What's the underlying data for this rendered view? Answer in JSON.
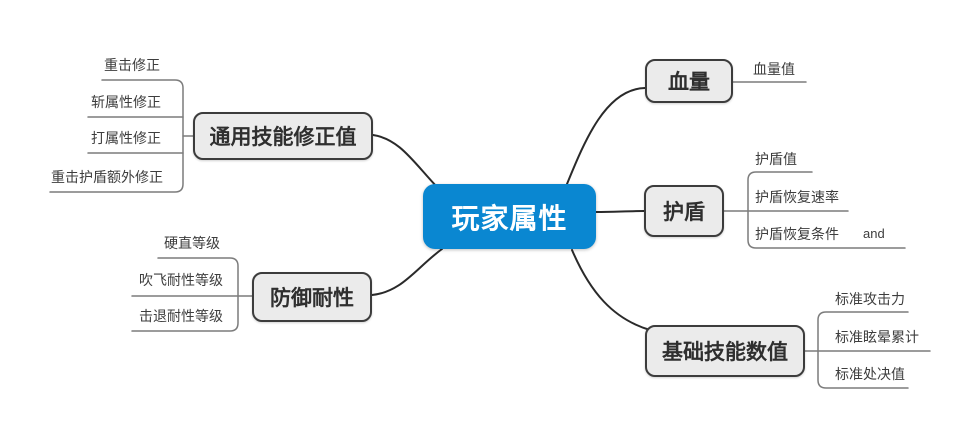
{
  "diagram": {
    "type": "mindmap",
    "central": {
      "label": "玩家属性"
    },
    "branches": [
      {
        "label": "通用技能修正值",
        "side": "left",
        "children": [
          "重击修正",
          "斩属性修正",
          "打属性修正",
          "重击护盾额外修正"
        ]
      },
      {
        "label": "防御耐性",
        "side": "left",
        "children": [
          "硬直等级",
          "吹飞耐性等级",
          "击退耐性等级"
        ]
      },
      {
        "label": "血量",
        "side": "right",
        "children": [
          "血量值"
        ]
      },
      {
        "label": "护盾",
        "side": "right",
        "children": [
          "护盾值",
          "护盾恢复速率",
          "护盾恢复条件"
        ],
        "and_label": "and"
      },
      {
        "label": "基础技能数值",
        "side": "right",
        "children": [
          "标准攻击力",
          "标准眩晕累计",
          "标准处决值"
        ]
      }
    ],
    "colors": {
      "central_bg": "#0A87D1",
      "central_text": "#FFFFFF",
      "branch_bg": "#EBEBEB",
      "branch_border": "#3C3C3C",
      "branch_text": "#2F2F2F",
      "leaf_text": "#3D3D3D",
      "edge_main": "#2A2A2A",
      "edge_sub": "#7C7C7C",
      "background": "#FFFFFF"
    }
  }
}
